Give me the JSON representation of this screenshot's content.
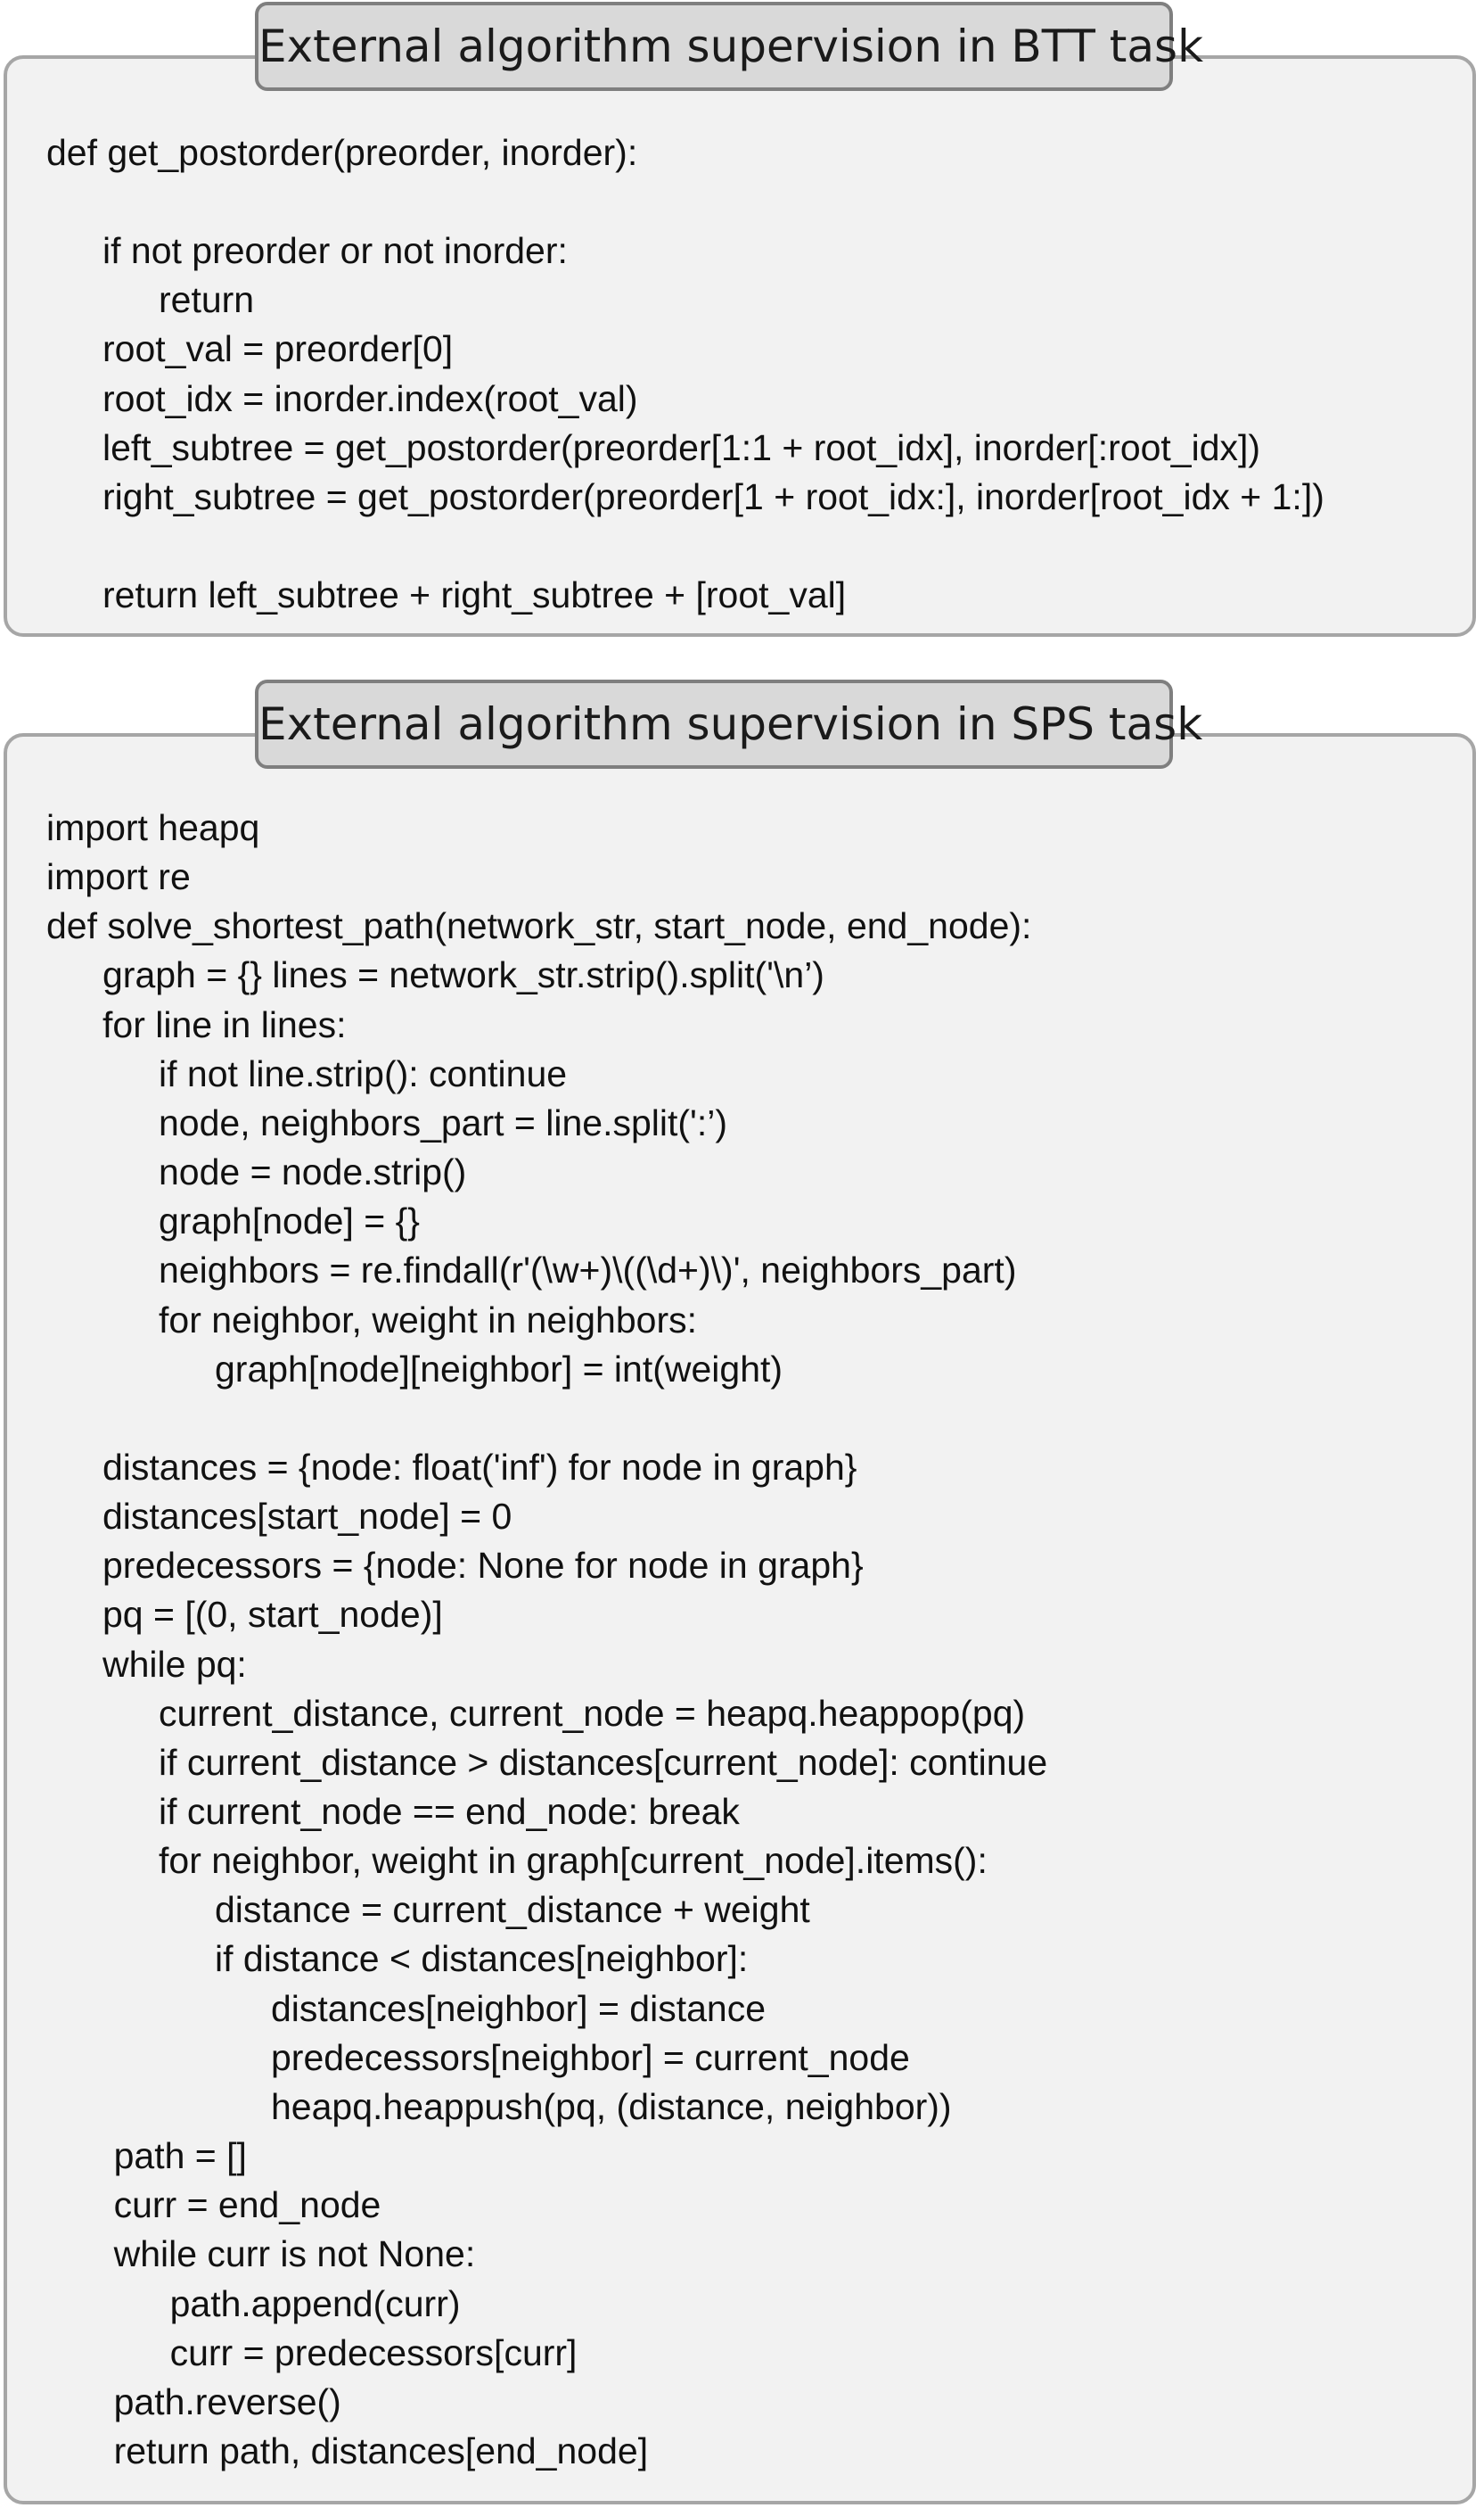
{
  "btt": {
    "title": "External algorithm supervision in BTT task",
    "lines": [
      {
        "indent": 0,
        "text": "def get_postorder(preorder, inorder):"
      },
      {
        "indent": 0,
        "text": ""
      },
      {
        "indent": 1,
        "text": "if not preorder or not inorder:"
      },
      {
        "indent": 2,
        "text": "return"
      },
      {
        "indent": 1,
        "text": "root_val = preorder[0]"
      },
      {
        "indent": 1,
        "text": "root_idx = inorder.index(root_val)"
      },
      {
        "indent": 1,
        "text": "left_subtree = get_postorder(preorder[1:1 + root_idx], inorder[:root_idx])"
      },
      {
        "indent": 1,
        "text": "right_subtree = get_postorder(preorder[1 + root_idx:], inorder[root_idx + 1:])"
      },
      {
        "indent": 0,
        "text": ""
      },
      {
        "indent": 1,
        "text": "return left_subtree + right_subtree + [root_val]"
      }
    ]
  },
  "sps": {
    "title": "External algorithm supervision in SPS task",
    "lines": [
      {
        "indent": 0,
        "text": "import heapq"
      },
      {
        "indent": 0,
        "text": "import re"
      },
      {
        "indent": 0,
        "text": "def solve_shortest_path(network_str, start_node, end_node):"
      },
      {
        "indent": 1,
        "text": "graph = {} lines = network_str.strip().split('\\n’)"
      },
      {
        "indent": 1,
        "text": "for line in lines:"
      },
      {
        "indent": 2,
        "text": "if not line.strip(): continue"
      },
      {
        "indent": 2,
        "text": "node, neighbors_part = line.split(':’)"
      },
      {
        "indent": 2,
        "text": "node = node.strip()"
      },
      {
        "indent": 2,
        "text": "graph[node] = {}"
      },
      {
        "indent": 2,
        "text": "neighbors = re.findall(r'(\\w+)\\((\\d+)\\)', neighbors_part)"
      },
      {
        "indent": 2,
        "text": "for neighbor, weight in neighbors:"
      },
      {
        "indent": 3,
        "text": "graph[node][neighbor] = int(weight)"
      },
      {
        "indent": 0,
        "text": ""
      },
      {
        "indent": 1,
        "text": "distances = {node: float('inf') for node in graph}"
      },
      {
        "indent": 1,
        "text": "distances[start_node] = 0"
      },
      {
        "indent": 1,
        "text": "predecessors = {node: None for node in graph}"
      },
      {
        "indent": 1,
        "text": "pq = [(0, start_node)]"
      },
      {
        "indent": 1,
        "text": "while pq:"
      },
      {
        "indent": 2,
        "text": "current_distance, current_node = heapq.heappop(pq)"
      },
      {
        "indent": 2,
        "text": "if current_distance > distances[current_node]: continue"
      },
      {
        "indent": 2,
        "text": "if current_node == end_node: break"
      },
      {
        "indent": 2,
        "text": "for neighbor, weight in graph[current_node].items():"
      },
      {
        "indent": 3,
        "text": "distance = current_distance + weight"
      },
      {
        "indent": 3,
        "text": "if distance < distances[neighbor]:"
      },
      {
        "indent": 4,
        "text": "distances[neighbor] = distance"
      },
      {
        "indent": 4,
        "text": "predecessors[neighbor] = current_node"
      },
      {
        "indent": 4,
        "text": "heapq.heappush(pq, (distance, neighbor))"
      },
      {
        "indent": 1.2,
        "text": "path = []"
      },
      {
        "indent": 1.2,
        "text": "curr = end_node"
      },
      {
        "indent": 1.2,
        "text": "while curr is not None:"
      },
      {
        "indent": 2.2,
        "text": "path.append(curr)"
      },
      {
        "indent": 2.2,
        "text": "curr = predecessors[curr]"
      },
      {
        "indent": 1.2,
        "text": "path.reverse()"
      },
      {
        "indent": 1.2,
        "text": "return path, distances[end_node]"
      }
    ]
  }
}
